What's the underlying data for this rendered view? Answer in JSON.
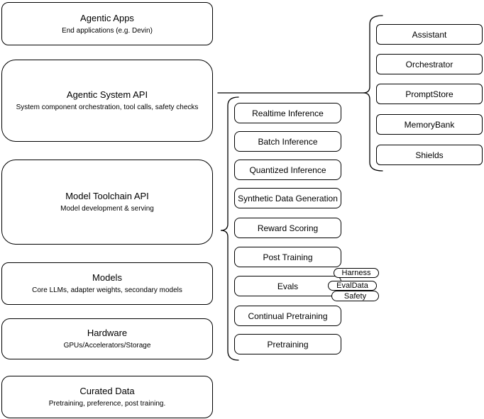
{
  "diagram": {
    "layers": [
      {
        "title": "Agentic Apps",
        "subtitle": "End applications (e.g. Devin)"
      },
      {
        "title": "Agentic System API",
        "subtitle": "System component orchestration, tool calls, safety checks"
      },
      {
        "title": "Model Toolchain API",
        "subtitle": "Model development & serving"
      },
      {
        "title": "Models",
        "subtitle": "Core LLMs, adapter weights, secondary models"
      },
      {
        "title": "Hardware",
        "subtitle": "GPUs/Accelerators/Storage"
      },
      {
        "title": "Curated Data",
        "subtitle": "Pretraining, preference, post training."
      }
    ],
    "toolchain_services": [
      "Realtime Inference",
      "Batch Inference",
      "Quantized Inference",
      "Synthetic Data Generation",
      "Reward Scoring",
      "Post Training",
      "Evals",
      "Continual Pretraining",
      "Pretraining"
    ],
    "evals_tags": [
      "Harness",
      "EvalData",
      "Safety"
    ],
    "system_components": [
      "Assistant",
      "Orchestrator",
      "PromptStore",
      "MemoryBank",
      "Shields"
    ],
    "colors": {
      "stroke": "#000000",
      "fill": "#ffffff",
      "text": "#000000",
      "background": "#ffffff"
    }
  }
}
